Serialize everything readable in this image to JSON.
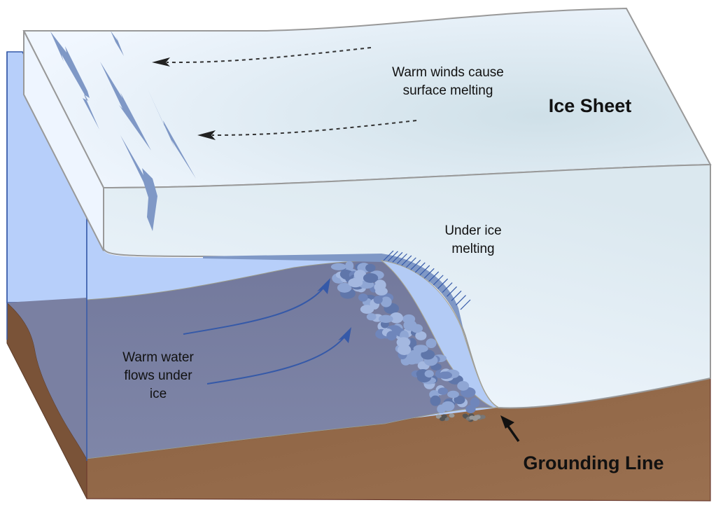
{
  "labels": {
    "winds": [
      "Warm winds cause",
      "surface melting"
    ],
    "ice_sheet": "Ice Sheet",
    "under_ice": [
      "Under ice",
      "melting"
    ],
    "warm_water": [
      "Warm water",
      "flows under",
      "ice"
    ],
    "grounding_line": "Grounding Line"
  },
  "colors": {
    "ice_top": "#dbe8ef",
    "ice_face": "#edf4fc",
    "water_light": "#b7cffa",
    "water_dark": "#7a7fa0",
    "bedrock": "#8f6647",
    "crevasse": "#7f98c6",
    "arrow_blue": "#3559a8"
  }
}
